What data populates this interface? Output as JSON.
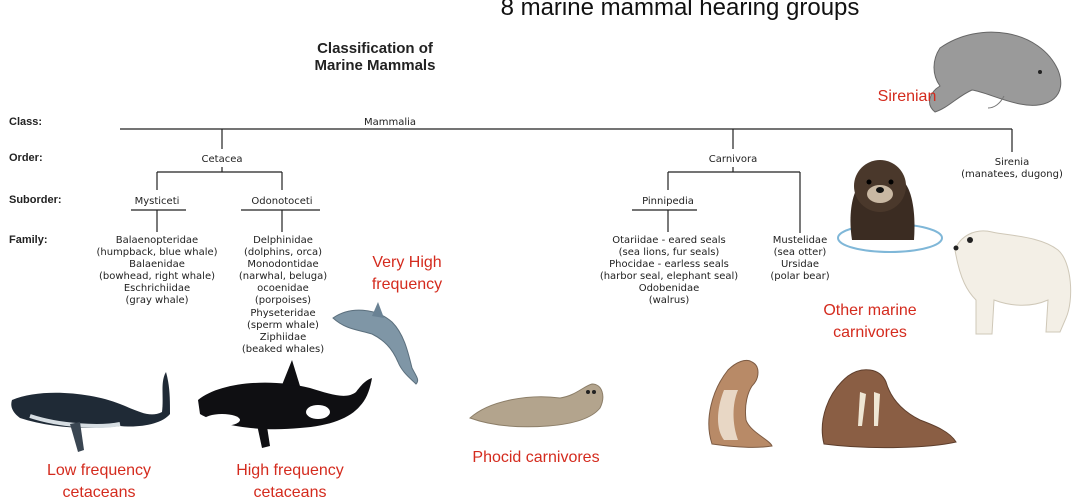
{
  "slide_title": "8 marine mammal hearing groups",
  "chart": {
    "title_line1": "Classification of",
    "title_line2": "Marine Mammals",
    "row_labels": [
      "Class:",
      "Order:",
      "Suborder:",
      "Family:"
    ],
    "class": "Mammalia",
    "orders": [
      "Cetacea",
      "Carnivora",
      "Sirenia"
    ],
    "sirenia_detail": "(manatees, dugong)",
    "suborders": [
      "Mysticeti",
      "Odonotoceti",
      "Pinnipedia"
    ],
    "mysticeti_families": [
      "Balaenopteridae",
      "(humpback, blue whale)",
      "Balaenidae",
      "(bowhead, right whale)",
      "Eschrichiidae",
      "(gray whale)"
    ],
    "odontoceti_families": [
      "Delphinidae",
      "(dolphins, orca)",
      "Monodontidae",
      "(narwhal, beluga)",
      "ocoenidae",
      "(porpoises)",
      "Physeteridae",
      "(sperm whale)",
      "Ziphiidae",
      "(beaked whales)"
    ],
    "pinnipedia_families": [
      "Otariidae - eared seals",
      "(sea lions, fur seals)",
      "Phocidae - earless seals",
      "(harbor seal, elephant seal)",
      "Odobenidae",
      "(walrus)"
    ],
    "mustelid_families": [
      "Mustelidae",
      "(sea otter)",
      "Ursidae",
      "(polar bear)"
    ]
  },
  "groups": {
    "very_high_l1": "Very High",
    "very_high_l2": "frequency",
    "low_l1": "Low frequency",
    "low_l2": "cetaceans",
    "high_l1": "High frequency",
    "high_l2": "cetaceans",
    "phocid": "Phocid carnivores",
    "other_l1": "Other marine",
    "other_l2": "carnivores",
    "sirenian": "Sirenian"
  },
  "colors": {
    "group_label": "#d42b1e",
    "tree_line": "#222222"
  }
}
